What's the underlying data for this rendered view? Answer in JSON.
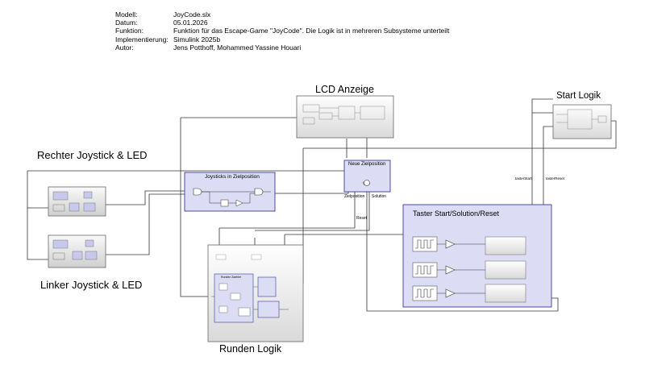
{
  "header": {
    "rows": [
      {
        "key": "Modell:",
        "value": "JoyCode.slx"
      },
      {
        "key": "Datum:",
        "value": "05.01.2026"
      },
      {
        "key": "Funktion:",
        "value": "Funktion für das Escape-Game \"JoyCode\". Die Logik ist in mehreren Subsysteme unterteilt"
      },
      {
        "key": "Implementierung:",
        "value": "Simulink 2025b"
      },
      {
        "key": "Autor:",
        "value": "Jens Potthoff, Mohammed Yassine Houari"
      }
    ]
  },
  "blocks": {
    "lcd": {
      "title": "LCD Anzeige"
    },
    "start_logik": {
      "title": "Start Logik"
    },
    "right_joystick": {
      "title": "Rechter Joystick & LED"
    },
    "left_joystick": {
      "title": "Linker Joystick & LED"
    },
    "joysticks_zielposition": {
      "title": "Joysticks in Zielposition"
    },
    "neue_zielposition": {
      "title": "Neue Zielposition"
    },
    "taster": {
      "title": "Taster Start/Solution/Reset"
    },
    "runden_logik": {
      "title": "Runden Logik"
    },
    "runden_zaehler": {
      "title": "Runden Zaehler"
    }
  },
  "signals": {
    "zielposition": "Zielposition",
    "solution": "Solution",
    "reset": "Reset",
    "taster_start": "tasterStart",
    "taster_reset": "tasterReset"
  },
  "colors": {
    "subsystem_fill": "#dcdcf4",
    "subsystem_border": "#3a3aa0",
    "block_border": "#555555",
    "line": "#333333"
  }
}
